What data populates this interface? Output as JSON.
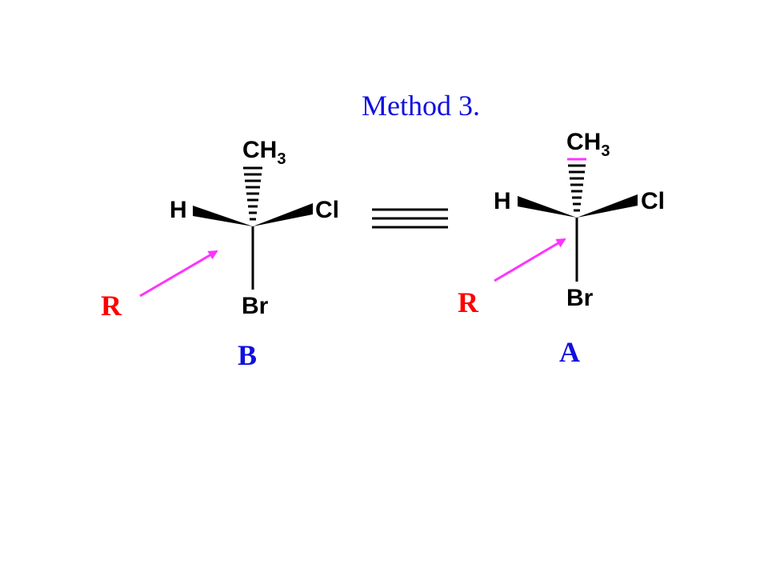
{
  "title": "Method 3.",
  "colors": {
    "title": "#1010e0",
    "r_label": "#ff0000",
    "arrow": "#ff33ff",
    "bonds": "#000000"
  },
  "molecules": [
    {
      "id": "B",
      "label": "B",
      "top": {
        "main": "CH",
        "sub": "3"
      },
      "left": "H",
      "right": "Cl",
      "bottom": "Br",
      "reagent": "R",
      "top_bond_style": "hashed-wedge",
      "side_bond_style": "solid-wedge"
    },
    {
      "id": "A",
      "label": "A",
      "top": {
        "main": "CH",
        "sub": "3"
      },
      "left": "H",
      "right": "Cl",
      "bottom": "Br",
      "reagent": "R",
      "top_bond_style": "hashed-wedge",
      "side_bond_style": "solid-wedge"
    }
  ],
  "equivalence_symbol": "triple-bar"
}
